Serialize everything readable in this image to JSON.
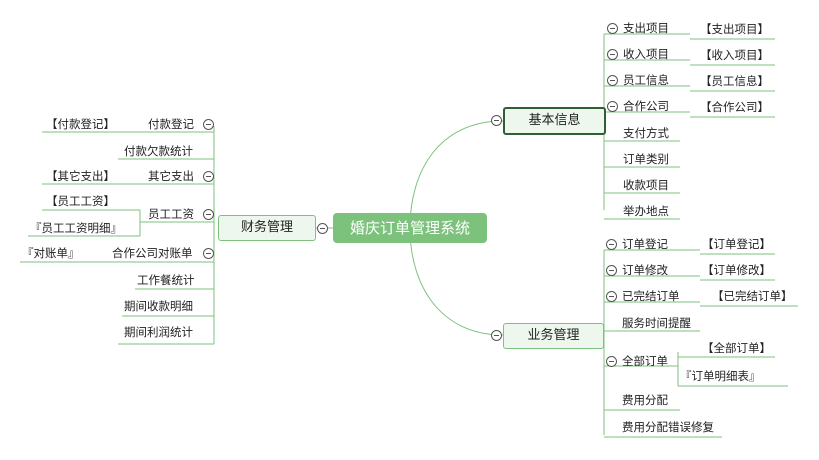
{
  "root": "婚庆订单管理系统",
  "branches": {
    "basic": {
      "label": "基本信息",
      "items": [
        "支出项目",
        "收入项目",
        "员工信息",
        "合作公司",
        "支付方式",
        "订单类别",
        "收款项目",
        "举办地点"
      ],
      "links": [
        "【支出项目】",
        "【收入项目】",
        "【员工信息】",
        "【合作公司】"
      ]
    },
    "business": {
      "label": "业务管理",
      "items": [
        "订单登记",
        "订单修改",
        "已完结订单",
        "服务时间提醒",
        "全部订单",
        "费用分配",
        "费用分配错误修复"
      ],
      "links": [
        "【订单登记】",
        "【订单修改】",
        "【已完结订单】",
        "【全部订单】",
        "『订单明细表』"
      ]
    },
    "finance": {
      "label": "财务管理",
      "items": [
        "付款登记",
        "付款欠款统计",
        "其它支出",
        "员工工资",
        "合作公司对账单",
        "工作餐统计",
        "期间收款明细",
        "期间利润统计"
      ],
      "links": [
        "【付款登记】",
        "【其它支出】",
        "【员工工资】",
        "『员工工资明细』",
        "『对账单』"
      ]
    }
  }
}
